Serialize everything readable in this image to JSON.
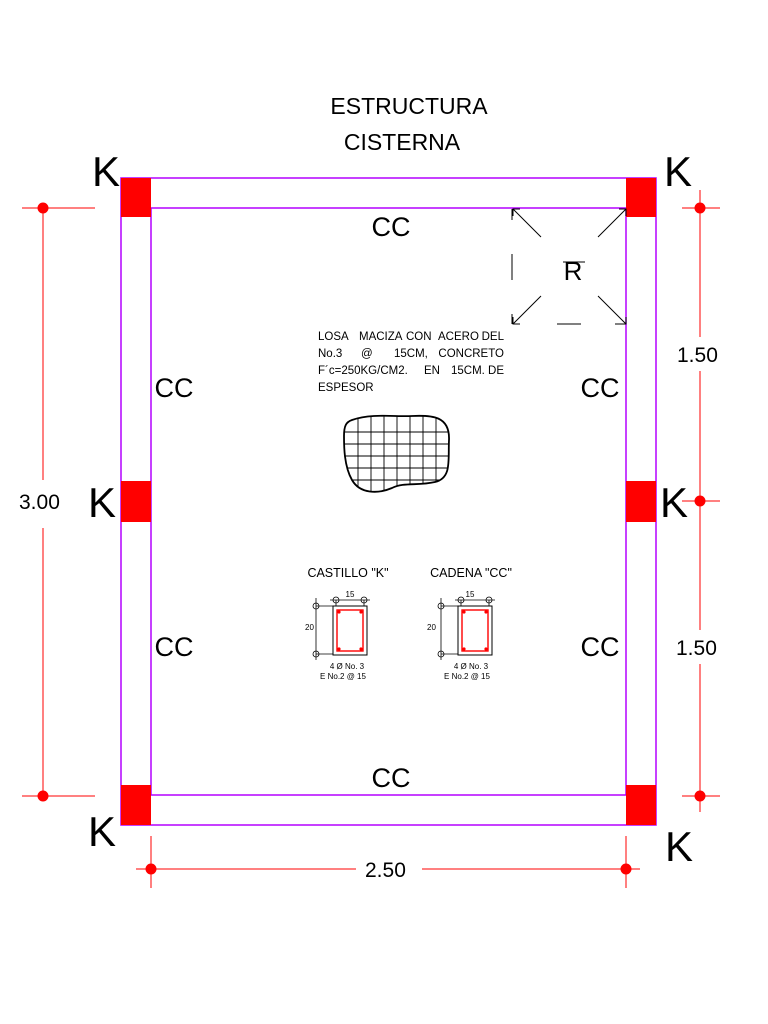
{
  "title": {
    "line1": "ESTRUCTURA",
    "line2": "CISTERNA"
  },
  "castillo_label": "K",
  "cadena_label": "CC",
  "dimensions": {
    "width": "2.50",
    "height": "3.00",
    "upper_half": "1.50",
    "lower_half": "1.50"
  },
  "hatch_symbol": "R",
  "slab_note": {
    "line1": [
      "LOSA",
      "MACIZA",
      "CON",
      "ACERO",
      "DEL"
    ],
    "line2": [
      "No.3",
      "@",
      "15CM,",
      "CONCRETO"
    ],
    "line3": [
      "F´c=250KG/CM2.",
      "EN",
      "15CM.",
      "DE"
    ],
    "line4": [
      "ESPESOR"
    ]
  },
  "sections": [
    {
      "title": "CASTILLO \"K\"",
      "width_dim": "15",
      "height_dim": "20",
      "rebar": "4 Ø No. 3",
      "stirrups": "E No.2 @ 15"
    },
    {
      "title": "CADENA \"CC\"",
      "width_dim": "15",
      "height_dim": "20",
      "rebar": "4 Ø No. 3",
      "stirrups": "E No.2 @ 15"
    }
  ],
  "colors": {
    "column": "#ff0000",
    "beam": "#b400ff",
    "dimension": "#ff0000",
    "ink": "#000000"
  }
}
